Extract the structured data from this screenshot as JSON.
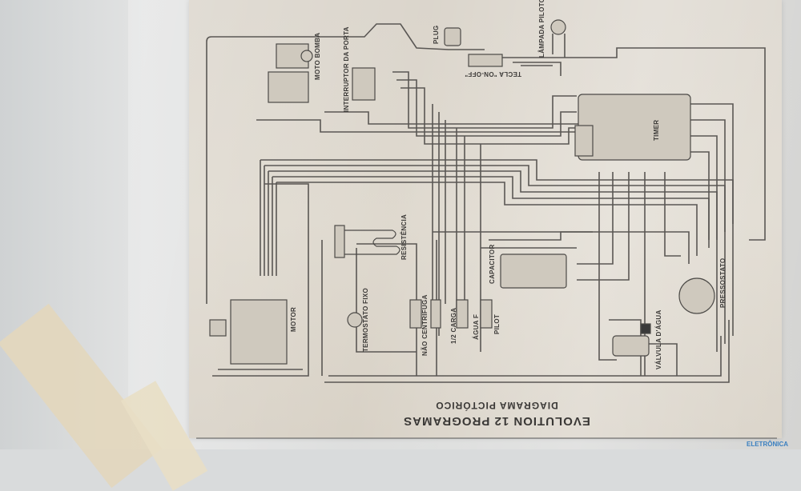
{
  "diagram": {
    "title_line1": "EVOLUTION 12 PROGRAMAS",
    "title_line2": "DIAGRAMA PICTÓRICO",
    "components": {
      "pump_motor": "MOTO BOMBA",
      "door_switch": "INTERRUPTOR DA PORTA",
      "plug": "PLUG",
      "on_off_key": "TECLA \"ON-OFF\"",
      "pilot_lamp": "LÂMPADA PILOTO",
      "timer": "TIMER",
      "heater": "RESISTÊNCIA",
      "motor": "MOTOR",
      "fixed_thermostat": "TERMOSTATO FIXO",
      "no_spin": "NÃO CENTRIFUGA",
      "half_load": "1/2 CARGA",
      "water": "ÁGUA F",
      "pilot": "PILOT",
      "capacitor": "CAPACITOR",
      "water_valve": "VÁLVULA D'ÁGUA",
      "pressure_switch": "PRESSOSTATO"
    }
  },
  "watermark": "ELETRÔNICA",
  "colors": {
    "paper": "#dbd5ca",
    "wire": "#5a5754",
    "tape": "#e3d7bd"
  }
}
